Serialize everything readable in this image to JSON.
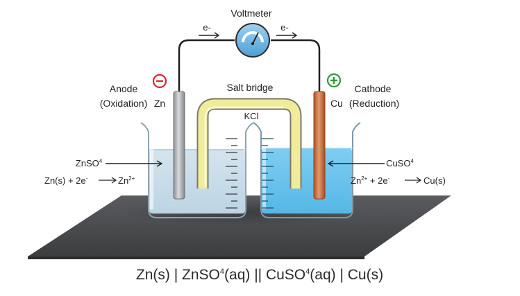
{
  "voltmeter": {
    "label": "Voltmeter"
  },
  "electron_flow": {
    "left": "e-",
    "right": "e-"
  },
  "salt_bridge": {
    "label": "Salt bridge",
    "electrolyte": "KCl"
  },
  "anode": {
    "title": "Anode",
    "process": "(Oxidation)",
    "metal": "Zn",
    "sign": "−",
    "solution": "ZnSO",
    "solution_sub": "4",
    "reaction_left": "Zn(s) + 2e",
    "reaction_left_sup": "-",
    "reaction_right": "Zn",
    "reaction_right_sup": "2+"
  },
  "cathode": {
    "title": "Cathode",
    "process": "(Reduction)",
    "metal": "Cu",
    "sign": "+",
    "solution": "CuSO",
    "solution_sub": "4",
    "reaction_left": "Zn",
    "reaction_left_sup": "2+",
    "reaction_mid": " + 2e",
    "reaction_mid_sup": "-",
    "reaction_right": "Cu(s)"
  },
  "cell_notation": {
    "p1": "Zn(s) | ZnSO",
    "s1": "4",
    "p2": "(aq) || CuSO",
    "s2": "4",
    "p3": "(aq) | Cu(s)"
  },
  "colors": {
    "anode_sign": "#d8262b",
    "cathode_sign": "#2e9a3a",
    "zinc_electrode": "#a9acaf",
    "copper_electrode": "#c8713d",
    "salt_bridge": "#f1ec9a",
    "cathode_solution": "#6cc4ee",
    "anode_solution": "#cfe3ee",
    "table": "#4a4b4d"
  }
}
